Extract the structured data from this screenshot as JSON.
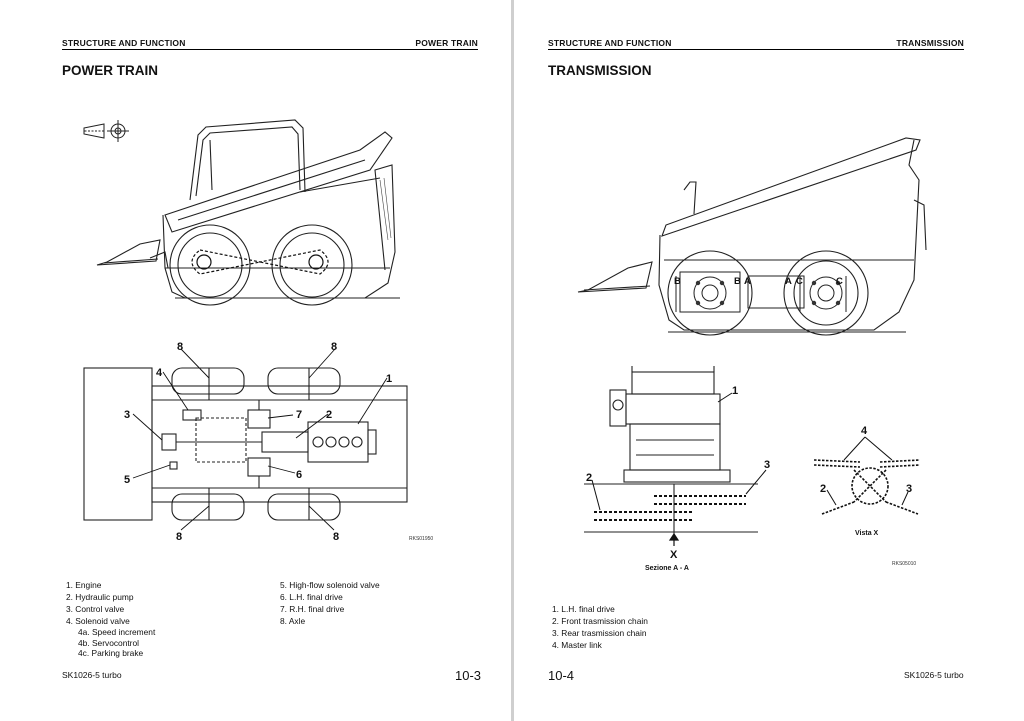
{
  "left": {
    "header_section": "STRUCTURE AND FUNCTION",
    "header_topic": "POWER TRAIN",
    "title": "POWER TRAIN",
    "figure_code": "RKS01950",
    "callouts": [
      "1",
      "2",
      "3",
      "4",
      "5",
      "6",
      "7",
      "8",
      "8",
      "8",
      "8"
    ],
    "legend_col1": [
      "1.  Engine",
      "2.  Hydraulic pump",
      "3.  Control valve",
      "4.  Solenoid valve",
      "4a.  Speed increment",
      "4b.  Servocontrol",
      "4c.  Parking brake"
    ],
    "legend_col2": [
      "5.  High-flow solenoid valve",
      "6.  L.H. final drive",
      "7.  R.H. final drive",
      "8.  Axle"
    ],
    "model": "SK1026-5 turbo",
    "page_number": "10-3"
  },
  "right": {
    "header_section": "STRUCTURE AND FUNCTION",
    "header_topic": "TRANSMISSION",
    "title": "TRANSMISSION",
    "section_labels": [
      "B",
      "B",
      "A",
      "A",
      "C",
      "C"
    ],
    "callouts": [
      "1",
      "2",
      "3",
      "4",
      "2",
      "3"
    ],
    "arrow_label": "X",
    "section_caption": "Sezione A - A",
    "view_caption": "Vista X",
    "figure_code": "RKS05010",
    "legend": [
      "1.  L.H. final drive",
      "2.  Front trasmission chain",
      "3.  Rear trasmission chain",
      "4.  Master link"
    ],
    "page_number": "10-4",
    "model": "SK1026-5 turbo"
  }
}
